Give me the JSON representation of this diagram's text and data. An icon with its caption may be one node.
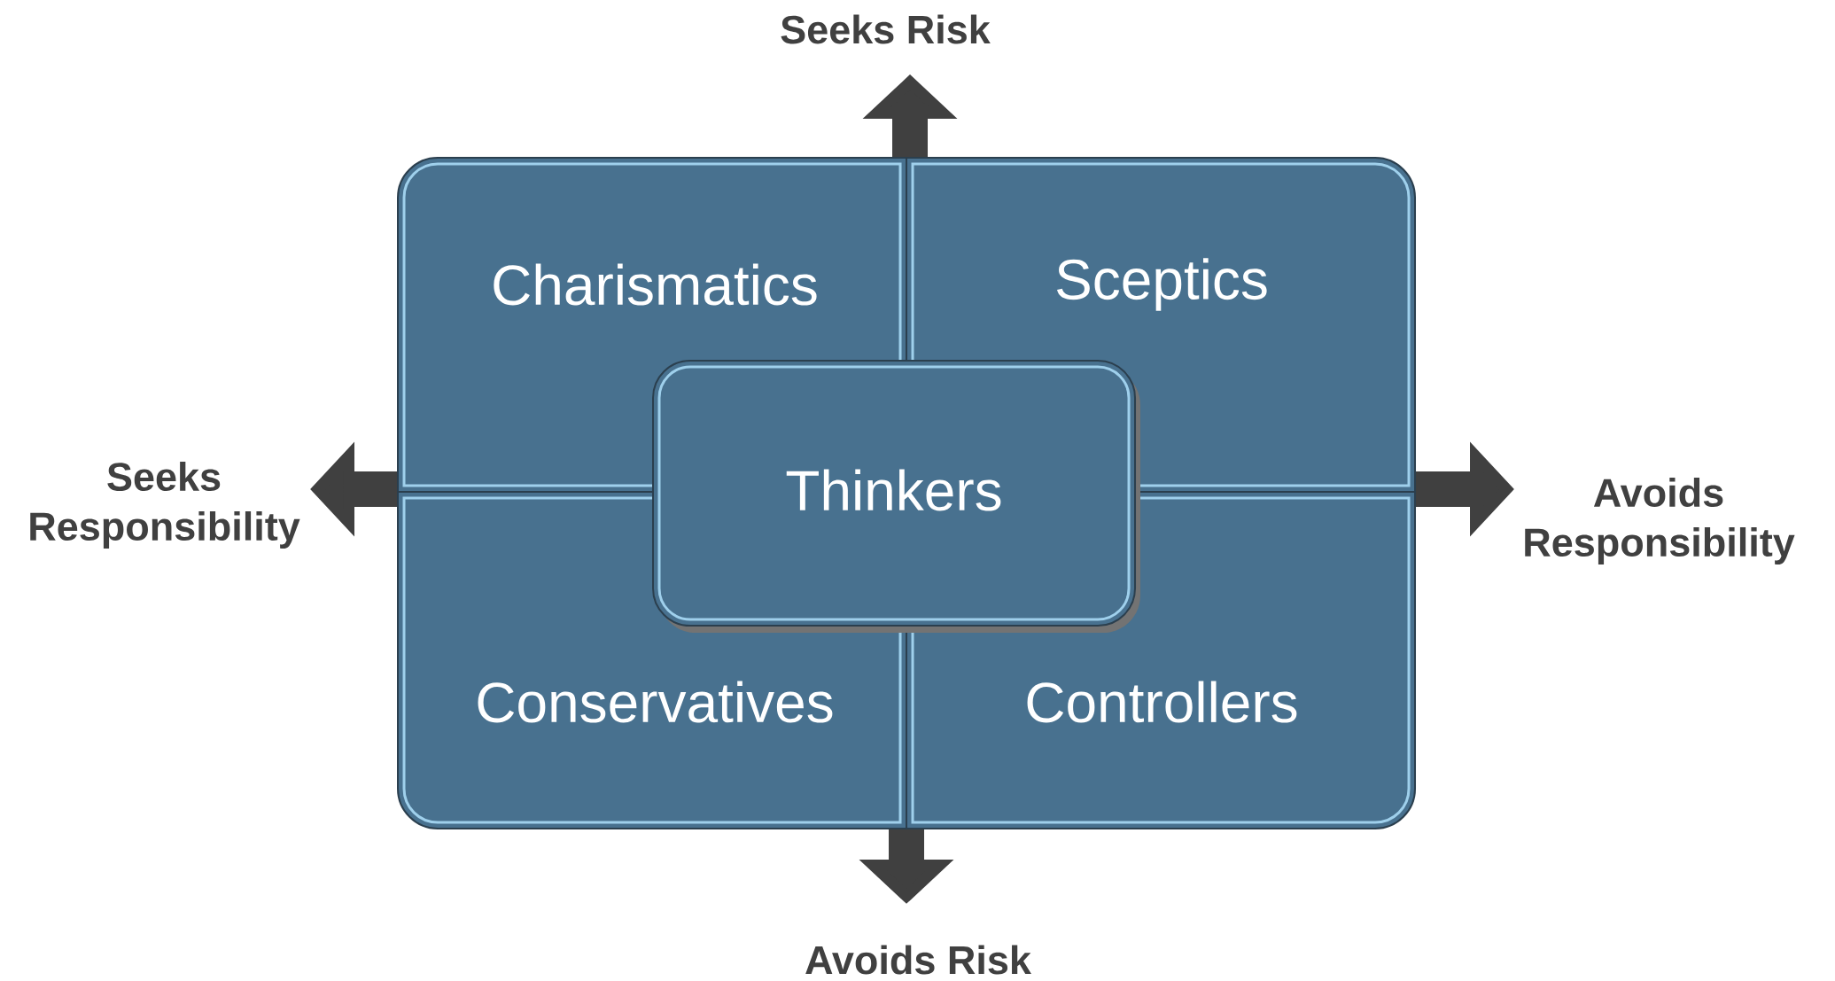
{
  "diagram": {
    "nodes": [
      {
        "text": [
          "Charismatics"
        ]
      },
      {
        "text": [
          "Sceptics"
        ]
      },
      {
        "text": [
          "Conservatives"
        ]
      },
      {
        "text": [
          "Controllers"
        ]
      },
      {
        "text": [
          "Thinkers"
        ]
      }
    ],
    "labels": [
      "Seeks Risk",
      "Seeks Responsibility",
      "Avoids Responsibility",
      "Avoids Risk"
    ]
  }
}
